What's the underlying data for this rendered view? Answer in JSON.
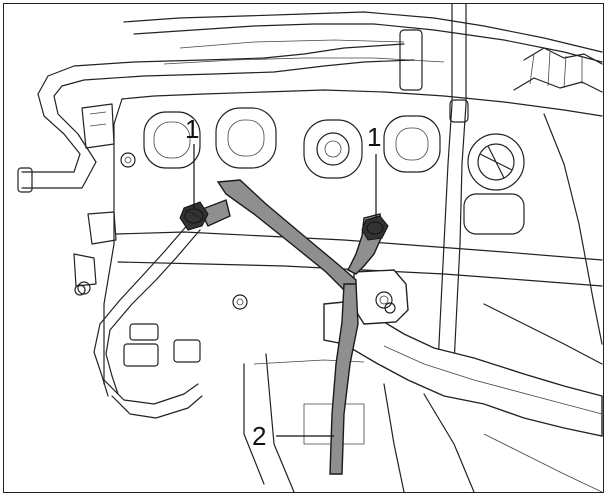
{
  "figure": {
    "callouts": [
      {
        "id": "bolt-left",
        "label": "1"
      },
      {
        "id": "bolt-right",
        "label": "1"
      },
      {
        "id": "dipstick-guide",
        "label": "2"
      }
    ]
  },
  "colors": {
    "line": "#222222",
    "highlight_part": "#8f8f8f",
    "background": "#ffffff"
  }
}
